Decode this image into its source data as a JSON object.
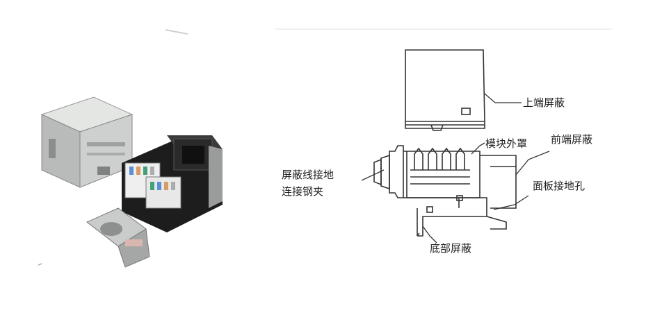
{
  "labels": {
    "top_shield": "上端屏蔽",
    "module_housing": "模块外罩",
    "front_shield": "前端屏蔽",
    "ground_clip_line1": "屏蔽线接地",
    "ground_clip_line2": "连接钢夹",
    "panel_ground_hole": "面板接地孔",
    "bottom_shield": "底部屏蔽"
  },
  "colors": {
    "line": "#333333",
    "metal_light": "#d8dad8",
    "metal_mid": "#a9adab",
    "metal_dark": "#5e6160",
    "black_body": "#1d1d1d",
    "wire_blue": "#5b8fd6",
    "wire_green": "#44a07a",
    "wire_orange": "#d99b66"
  }
}
